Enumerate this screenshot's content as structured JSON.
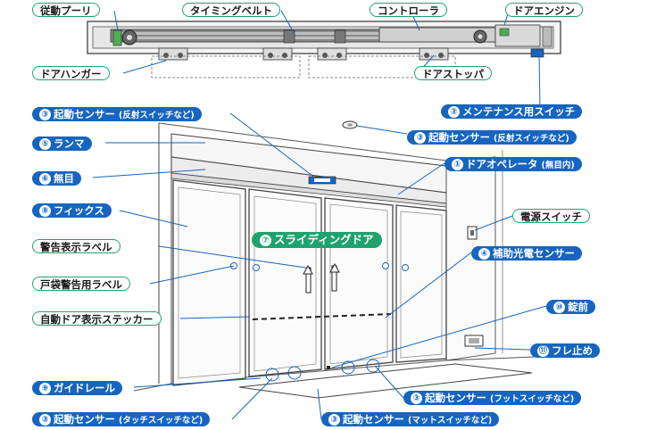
{
  "colors": {
    "outline_label_border": "#1fa36c",
    "fill_label_bg": "#1665c0",
    "leader_line": "#1665c0"
  },
  "labels": {
    "driven_pulley": "従動プーリ",
    "timing_belt": "タイミングベルト",
    "controller": "コントローラ",
    "door_engine": "ドアエンジン",
    "door_hanger": "ドアハンガー",
    "door_stopper": "ドアストッパ",
    "maintenance_switch_num": "②",
    "maintenance_switch": "メンテナンス用スイッチ",
    "sensor_reflect_left_num": "③",
    "sensor_reflect_left": "起動センサー",
    "sensor_reflect_left_note": "(反射スイッチなど)",
    "sensor_reflect_right_num": "③",
    "sensor_reflect_right": "起動センサー",
    "sensor_reflect_right_note": "(反射スイッチなど)",
    "transom_num": "⑤",
    "transom": "ランマ",
    "door_operator_num": "①",
    "door_operator": "ドアオペレータ",
    "door_operator_note": "(無目内)",
    "mullion_num": "⑥",
    "mullion": "無目",
    "fix_num": "⑧",
    "fix": "フィックス",
    "power_switch": "電源スイッチ",
    "warning_label": "警告表示ラベル",
    "sliding_door_num": "⑦",
    "sliding_door": "スライディングドア",
    "aux_sensor_num": "④",
    "aux_sensor": "補助光電センサー",
    "pocket_warning_label": "戸袋警告用ラベル",
    "lock_num": "⑩",
    "lock": "錠前",
    "auto_door_sticker": "自動ドア表示ステッカー",
    "anti_sway_num": "⑪",
    "anti_sway": "フレ止め",
    "guide_rail_num": "⑨",
    "guide_rail": "ガイドレール",
    "sensor_foot_num": "③",
    "sensor_foot": "起動センサー",
    "sensor_foot_note": "(フットスイッチなど)",
    "sensor_touch_num": "③",
    "sensor_touch": "起動センサー",
    "sensor_touch_note": "(タッチスイッチなど)",
    "sensor_mat_num": "③",
    "sensor_mat": "起動センサー",
    "sensor_mat_note": "(マットスイッチなど)"
  }
}
